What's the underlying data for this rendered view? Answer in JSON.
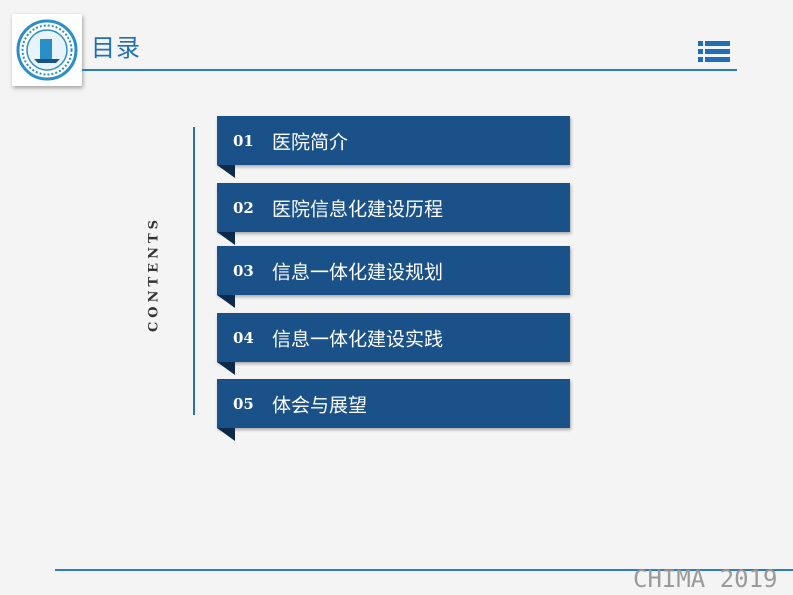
{
  "header": {
    "title": "目录"
  },
  "side_label": "CONTENTS",
  "items": [
    {
      "num": "01",
      "label": "医院简介"
    },
    {
      "num": "02",
      "label": "医院信息化建设历程"
    },
    {
      "num": "03",
      "label": "信息一体化建设规划"
    },
    {
      "num": "04",
      "label": "信息一体化建设实践"
    },
    {
      "num": "05",
      "label": "体会与展望"
    }
  ],
  "footer": {
    "text": "CHIMA 2019"
  },
  "colors": {
    "accent": "#1f6fb8",
    "item_bg": "#1a5189",
    "rule": "#2a7cc7"
  },
  "icons": {
    "logo": "hospital-logo-icon",
    "menu": "list-menu-icon"
  }
}
